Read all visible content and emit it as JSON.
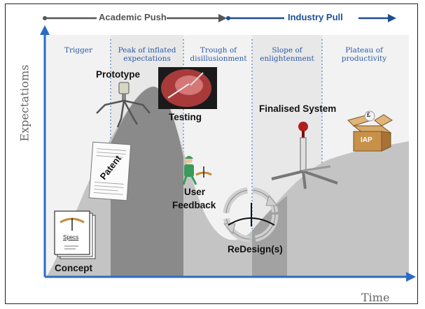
{
  "top_bar": {
    "academic_push": "Academic Push",
    "industry_pull": "Industry Pull"
  },
  "axes": {
    "y_label": "Expectatioms",
    "x_label": "Time"
  },
  "phases": [
    {
      "label": "Trigger"
    },
    {
      "label": "Peak of inflated expectations"
    },
    {
      "label": "Trough of disillusionment"
    },
    {
      "label": "Slope of enlightenment"
    },
    {
      "label": "Plateau of productivity"
    }
  ],
  "stages": {
    "concept": "Concept",
    "specs": "Specs",
    "patent": "Patent",
    "prototype": "Prototype",
    "testing": "Testing",
    "user_feedback_1": "User",
    "user_feedback_2": "Feedback",
    "redesign": "ReDesign(s)",
    "finalised_system": "Finalised System",
    "box_label": "IAP",
    "box_symbol": "£"
  },
  "icons": [
    "arrow-right-icon",
    "document-icon",
    "robot-arm-icon",
    "surgery-photo-icon",
    "clinician-icon",
    "cycle-arrows-icon",
    "tripod-system-icon",
    "box-icon"
  ],
  "colors": {
    "accent_blue": "#1f4e96",
    "axis_blue": "#2c6bc4",
    "push_gray": "#555555",
    "curve_light": "#c8c8c8",
    "curve_dark": "#8a8a8a"
  }
}
